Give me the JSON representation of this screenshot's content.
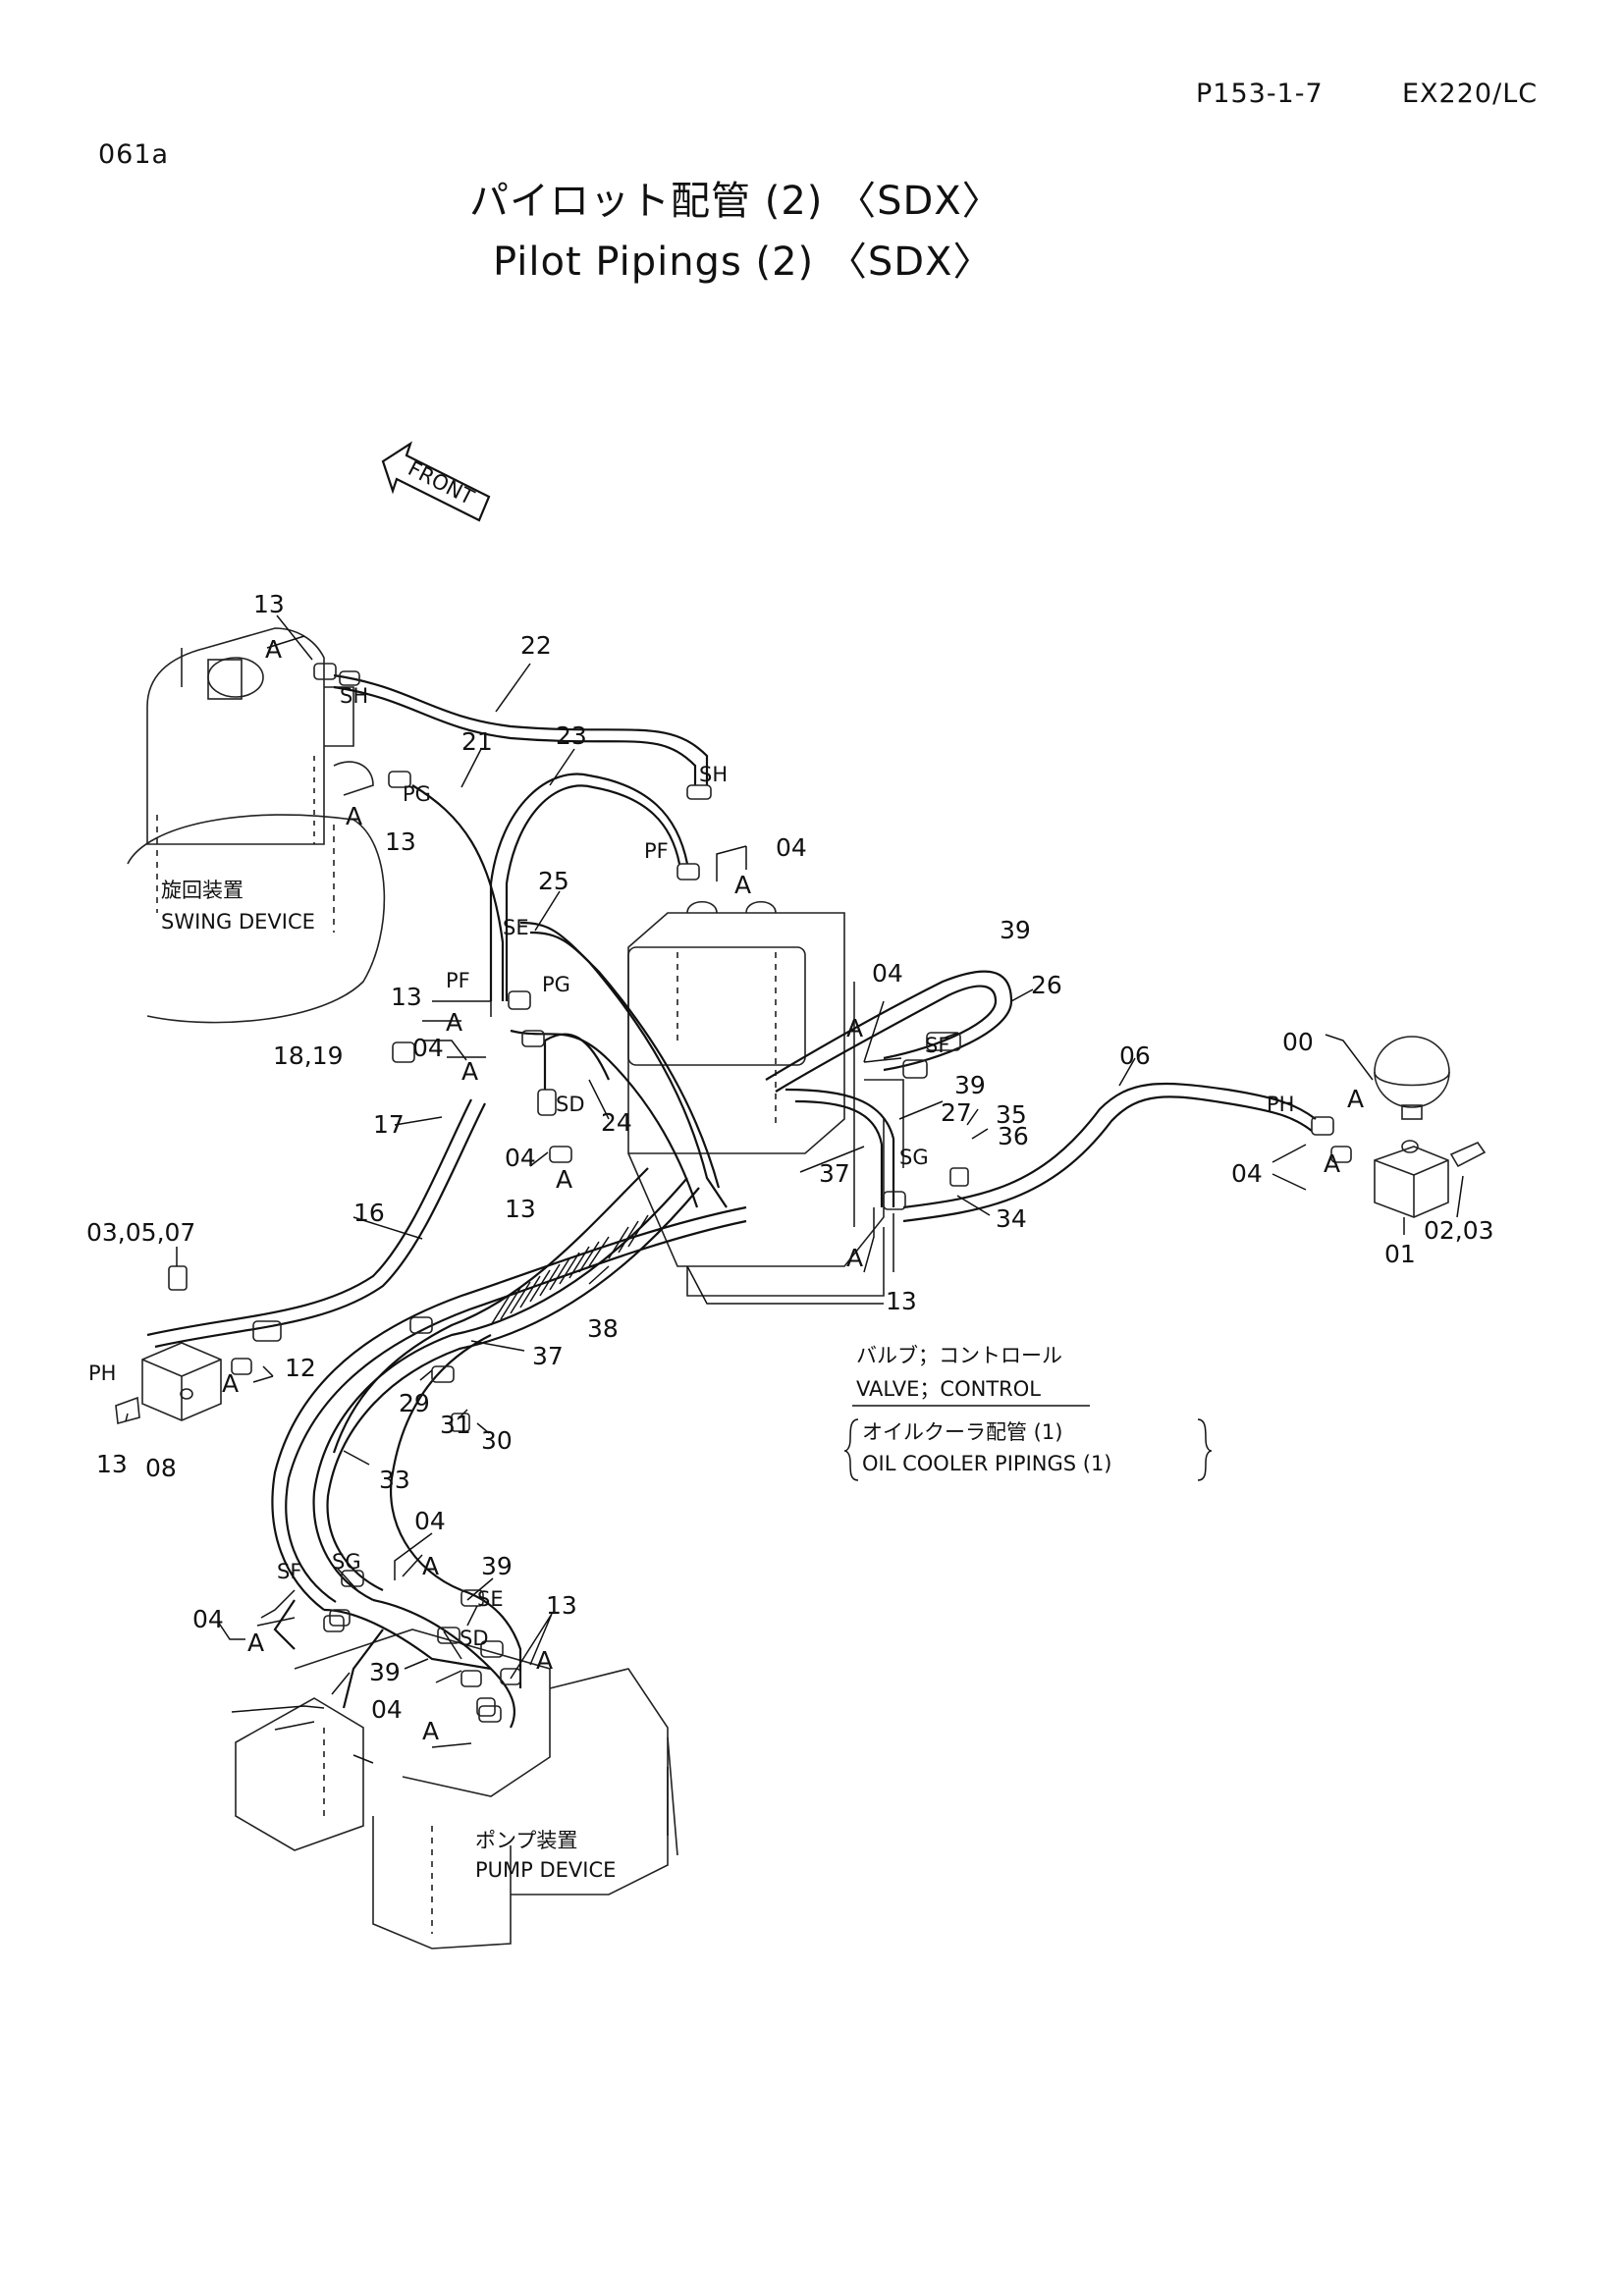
{
  "header": {
    "page_ref": "P153-1-7",
    "model": "EX220/LC",
    "sheet_id": "061a"
  },
  "title": {
    "japanese": "パイロット配管 (2) 〈SDX〉",
    "english": "Pilot Pipings (2) 〈SDX〉"
  },
  "front_marker": "FRONT",
  "devices": {
    "swing_jp": "旋回装置",
    "swing_en": "SWING DEVICE",
    "valve_jp": "バルブ；コントロール",
    "valve_en": "VALVE；CONTROL",
    "cooler_jp": "オイルクーラ配管 (1)",
    "cooler_en": "OIL COOLER PIPINGS (1)",
    "pump_jp": "ポンプ装置",
    "pump_en": "PUMP DEVICE"
  },
  "callouts": [
    "13",
    "A",
    "SH",
    "22",
    "21",
    "23",
    "PG",
    "A",
    "13",
    "SH",
    "PF",
    "04",
    "A",
    "25",
    "SE",
    "PF",
    "PG",
    "13",
    "A",
    "04",
    "A",
    "18,19",
    "17",
    "SD",
    "24",
    "04",
    "A",
    "13",
    "39",
    "26",
    "04",
    "A",
    "SF",
    "39",
    "27",
    "SG",
    "37",
    "A",
    "35",
    "36",
    "34",
    "13",
    "06",
    "00",
    "PH",
    "A",
    "04",
    "A",
    "01",
    "02,03",
    "16",
    "03,05,07",
    "12",
    "PH",
    "A",
    "13",
    "08",
    "38",
    "37",
    "29",
    "31",
    "30",
    "33",
    "04",
    "A",
    "SG",
    "SF",
    "39",
    "SE",
    "04",
    "A",
    "SD",
    "13",
    "A",
    "39",
    "04",
    "A"
  ],
  "colors": {
    "ink": "#111111",
    "paper": "#ffffff"
  }
}
